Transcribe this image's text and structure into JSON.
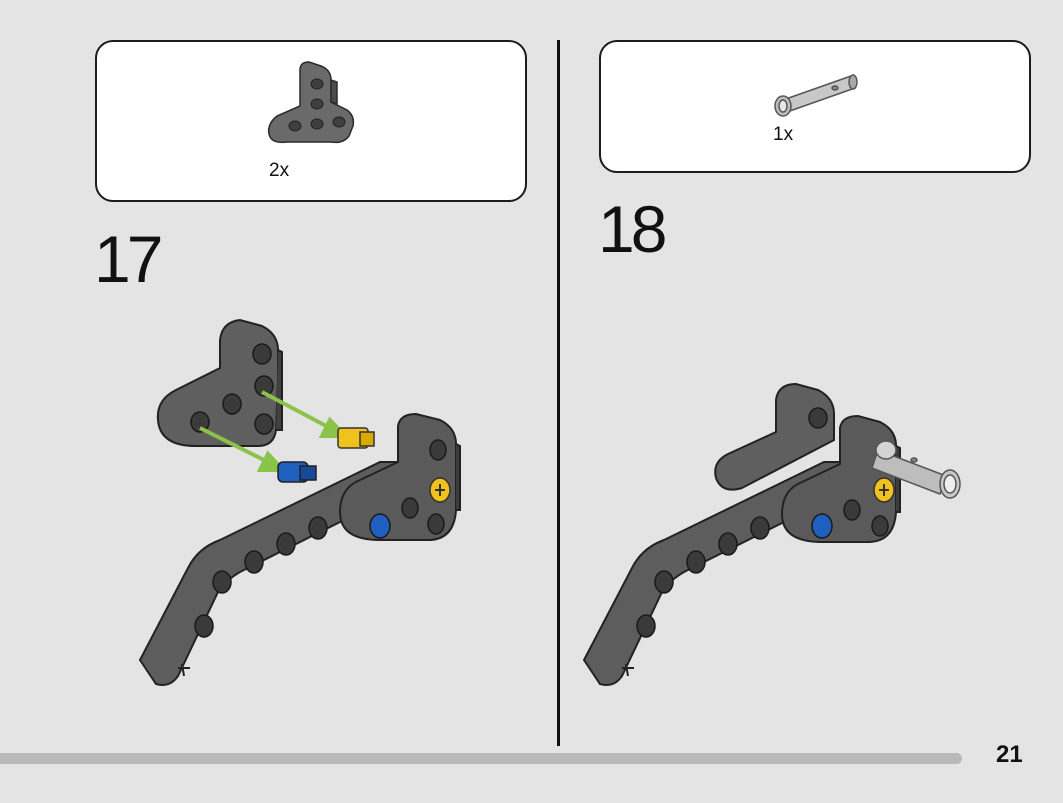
{
  "steps": [
    {
      "number": "17",
      "parts": [
        {
          "quantity": "2x",
          "icon": "t-beam-icon",
          "color": "#6d6d6d"
        }
      ]
    },
    {
      "number": "18",
      "parts": [
        {
          "quantity": "1x",
          "icon": "pin-icon",
          "color": "#b4b4b4"
        }
      ]
    }
  ],
  "page_number": "21",
  "colors": {
    "background": "#e4e4e4",
    "beam_gray": "#5f5f5f",
    "pin_blue": "#1f5fbf",
    "axle_yellow": "#f1c21b",
    "arrow_green": "#8bc34a",
    "pin_light_gray": "#b4b4b4"
  }
}
